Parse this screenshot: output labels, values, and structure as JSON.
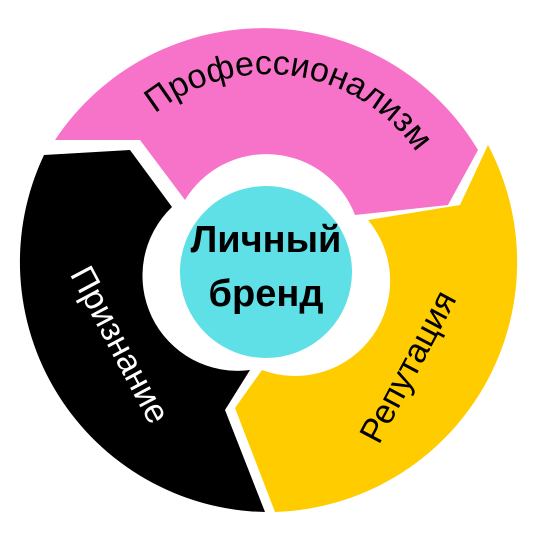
{
  "center": {
    "line1": "Личный",
    "line2": "бренд",
    "color": "#5ee0e6"
  },
  "segments": [
    {
      "label": "Профессионализм",
      "color": "#f772c9",
      "text_color": "#000000"
    },
    {
      "label": "Репутация",
      "color": "#ffcc00",
      "text_color": "#000000"
    },
    {
      "label": "Признание",
      "color": "#000000",
      "text_color": "#ffffff"
    }
  ],
  "background": "#ffffff"
}
